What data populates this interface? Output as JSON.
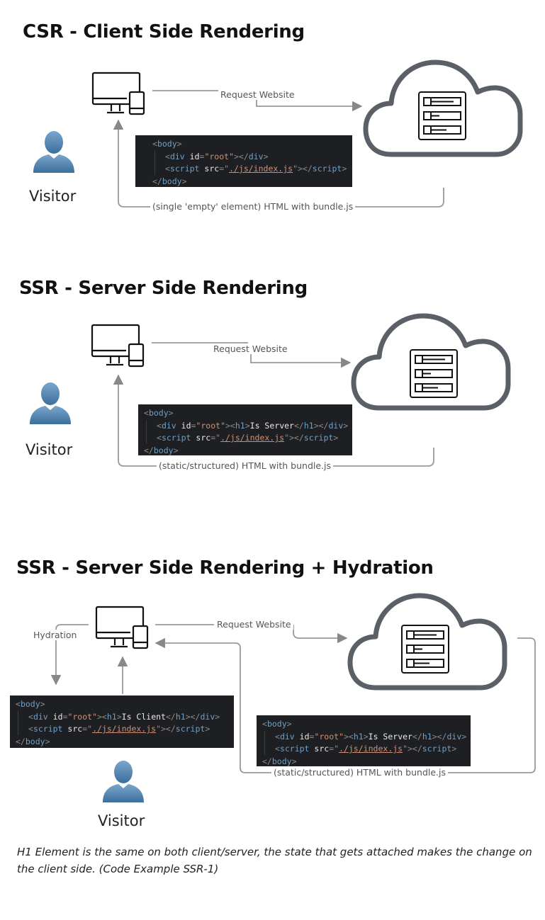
{
  "sections": [
    {
      "title": "CSR - Client Side Rendering",
      "request_label": "Request Website",
      "response_label": "(single 'empty' element) HTML with bundle.js",
      "visitor_label": "Visitor",
      "code": {
        "root_content": ""
      }
    },
    {
      "title": "SSR - Server Side Rendering",
      "request_label": "Request Website",
      "response_label": "(static/structured) HTML with bundle.js",
      "visitor_label": "Visitor",
      "code": {
        "root_content": "Is Server"
      }
    },
    {
      "title": "SSR - Server Side Rendering + Hydration",
      "request_label": "Request Website",
      "response_label": "(static/structured) HTML with bundle.js",
      "hydration_label": "Hydration",
      "visitor_label": "Visitor",
      "client_code": {
        "root_content": "Is Client"
      },
      "server_code": {
        "root_content": "Is Server"
      }
    }
  ],
  "code_tokens": {
    "body": "body",
    "div": "div",
    "id_attr": "id",
    "root": "\"root\"",
    "h1": "h1",
    "script": "script",
    "src_attr": "src",
    "src_path": "./js/index.js"
  },
  "caption": "H1 Element is the same on both client/server, the state that gets attached makes the change on the client side. (Code Example SSR-1)",
  "icons": [
    "desktop-tablet-icon",
    "cloud-server-icon",
    "visitor-avatar-icon"
  ]
}
